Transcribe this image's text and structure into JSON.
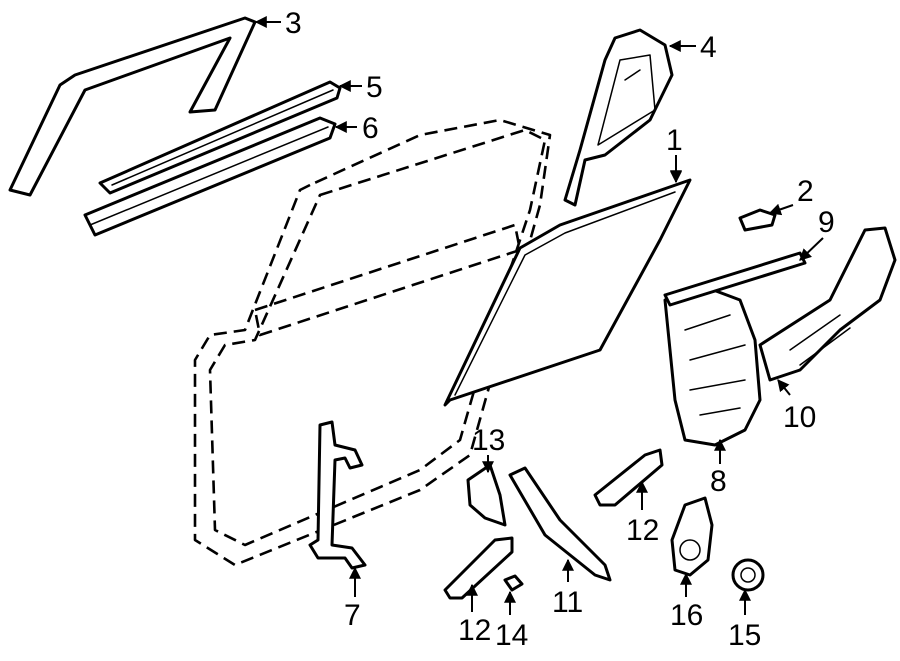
{
  "callouts": {
    "c1": "1",
    "c2": "2",
    "c3": "3",
    "c4": "4",
    "c5": "5",
    "c6": "6",
    "c7": "7",
    "c8": "8",
    "c9": "9",
    "c10": "10",
    "c11": "11",
    "c12a": "12",
    "c12b": "12",
    "c13": "13",
    "c14": "14",
    "c15": "15",
    "c16": "16"
  },
  "colors": {
    "line": "#000000",
    "background": "#ffffff"
  }
}
